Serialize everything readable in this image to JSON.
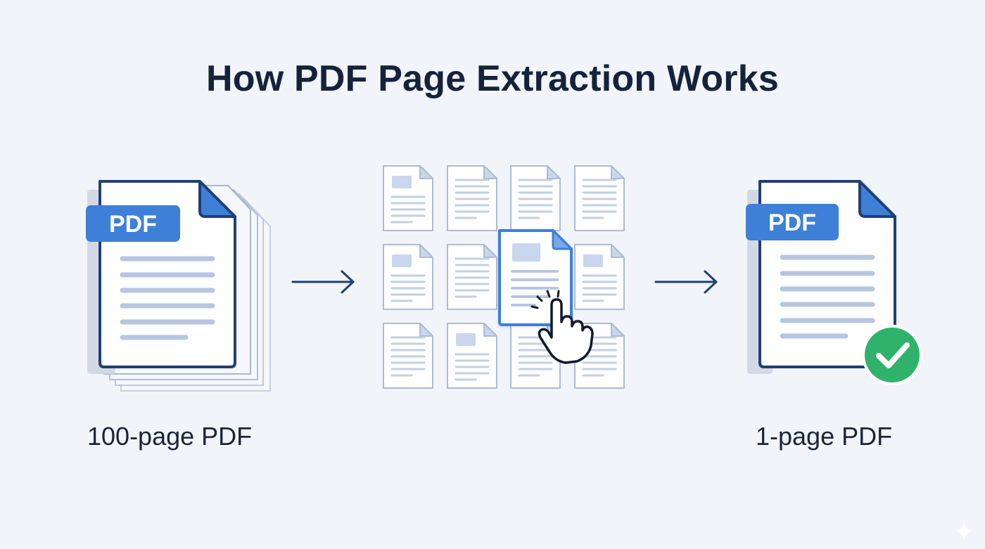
{
  "title": "How PDF Page Extraction Works",
  "source": {
    "badge": "PDF",
    "caption": "100-page PDF"
  },
  "result": {
    "badge": "PDF",
    "caption": "1-page PDF"
  },
  "grid": {
    "rows": 3,
    "cols": 4,
    "selected": {
      "row": 1,
      "col": 2
    }
  },
  "icons": {
    "arrow": "arrow-right-icon",
    "cursor": "hand-pointer-icon",
    "check": "check-circle-icon"
  },
  "colors": {
    "background": "#f1f4f9",
    "text": "#15223b",
    "outline": "#1f3f78",
    "accent": "#3e7fd8",
    "line": "#b7c6e0",
    "success": "#2fb36a",
    "faint_outline": "#aebbd0"
  }
}
